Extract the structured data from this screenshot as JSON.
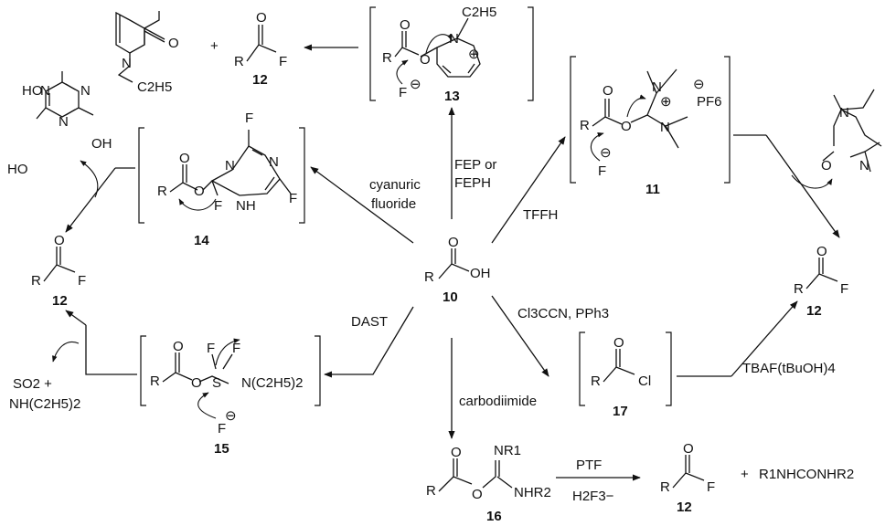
{
  "compounds": {
    "c10": "10",
    "c11": "11",
    "c12": "12",
    "c13": "13",
    "c14": "14",
    "c15": "15",
    "c16": "16",
    "c17": "17"
  },
  "atoms": {
    "R": "R",
    "O": "O",
    "OH": "OH",
    "F": "F",
    "Cl": "Cl",
    "N": "N",
    "NH": "NH",
    "HO": "HO",
    "C2H5": "C2H5",
    "NC2H52": "N(C2H5)2",
    "S": "S",
    "PF6": "PF6",
    "NR1": "NR1",
    "NHR2": "NHR2",
    "plus": "+",
    "plus_circle": "⊕",
    "minus_circle": "⊖"
  },
  "reagents": {
    "cyanuric": "cyanuric",
    "fluoride": "fluoride",
    "fep": "FEP or",
    "feph": "FEPH",
    "tffh": "TFFH",
    "cl3ccn": "Cl3CCN, PPh3",
    "dast": "DAST",
    "carbodiimide": "carbodiimide",
    "tbaf": "TBAF(tBuOH)4",
    "ptf": "PTF",
    "h2f3": "H2F3−"
  },
  "byproducts": {
    "so2": "SO2 +",
    "amine": "NH(C2H5)2",
    "urea": "R1NHCONHR2"
  }
}
